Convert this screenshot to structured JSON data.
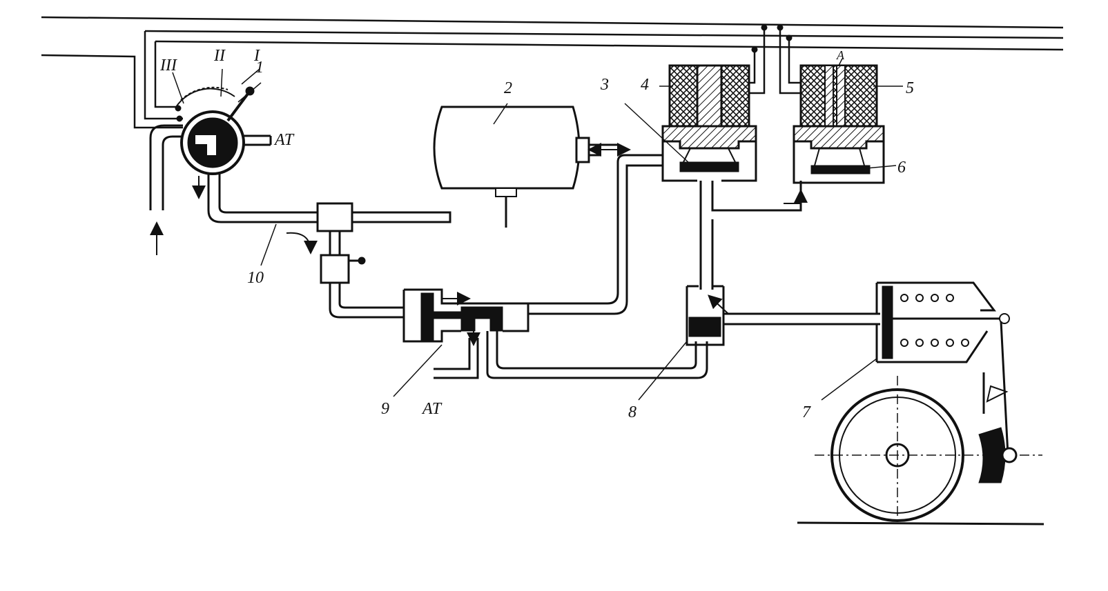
{
  "labels": {
    "valve_1": "1",
    "tank_2": "2",
    "valve_3": "3",
    "coil_4": "4",
    "coil_5": "5",
    "valve_6": "6",
    "cylinder_7": "7",
    "relay_8": "8",
    "piston_9": "9",
    "pipe_10": "10",
    "pos_I": "I",
    "pos_II": "II",
    "pos_III": "III",
    "at_top": "AT",
    "at_bottom": "AT",
    "point_A": "A"
  }
}
